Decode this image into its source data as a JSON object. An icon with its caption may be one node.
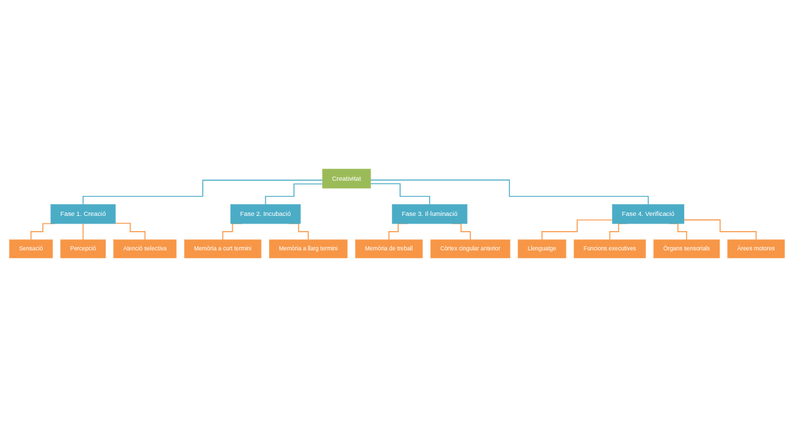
{
  "diagram": {
    "nodes": [
      {
        "text": [
          "Creativitat"
        ]
      },
      {
        "text": [
          "Fase 1. Creació"
        ]
      },
      {
        "text": [
          "Fase 2. Incubació"
        ]
      },
      {
        "text": [
          "Fase 3. Il·luminació"
        ]
      },
      {
        "text": [
          "Fase 4. Verificació"
        ]
      },
      {
        "text": [
          "Sensació"
        ]
      },
      {
        "text": [
          "Percepció"
        ]
      },
      {
        "text": [
          "Atenció selectiva"
        ]
      },
      {
        "text": [
          "Memòria a curt termini"
        ]
      },
      {
        "text": [
          "Memòria a llarg termini"
        ]
      },
      {
        "text": [
          "Memòria de treball"
        ]
      },
      {
        "text": [
          "Còrtex cingular anterior"
        ]
      },
      {
        "text": [
          "Llenguatge"
        ]
      },
      {
        "text": [
          "Funcions executives"
        ]
      },
      {
        "text": [
          "Òrgans sensorials"
        ]
      },
      {
        "text": [
          "Àrees motores"
        ]
      }
    ],
    "edges": [
      {
        "from": 0,
        "to": 1,
        "arrow": "none",
        "color": "#4bacc6"
      },
      {
        "from": 0,
        "to": 2,
        "arrow": "none",
        "color": "#4bacc6"
      },
      {
        "from": 0,
        "to": 3,
        "arrow": "none",
        "color": "#4bacc6"
      },
      {
        "from": 0,
        "to": 4,
        "arrow": "none",
        "color": "#4bacc6"
      },
      {
        "from": 1,
        "to": 5,
        "arrow": "none"
      },
      {
        "from": 1,
        "to": 6,
        "arrow": "none"
      },
      {
        "from": 1,
        "to": 7,
        "arrow": "none"
      },
      {
        "from": 2,
        "to": 8,
        "arrow": "none"
      },
      {
        "from": 2,
        "to": 9,
        "arrow": "none"
      },
      {
        "from": 3,
        "to": 10,
        "arrow": "none"
      },
      {
        "from": 3,
        "to": 11,
        "arrow": "none"
      },
      {
        "from": 4,
        "to": 12,
        "arrow": "none"
      },
      {
        "from": 4,
        "to": 13,
        "arrow": "none"
      },
      {
        "from": 4,
        "to": 14,
        "arrow": "none"
      },
      {
        "from": 4,
        "to": 15,
        "arrow": "none"
      }
    ]
  }
}
